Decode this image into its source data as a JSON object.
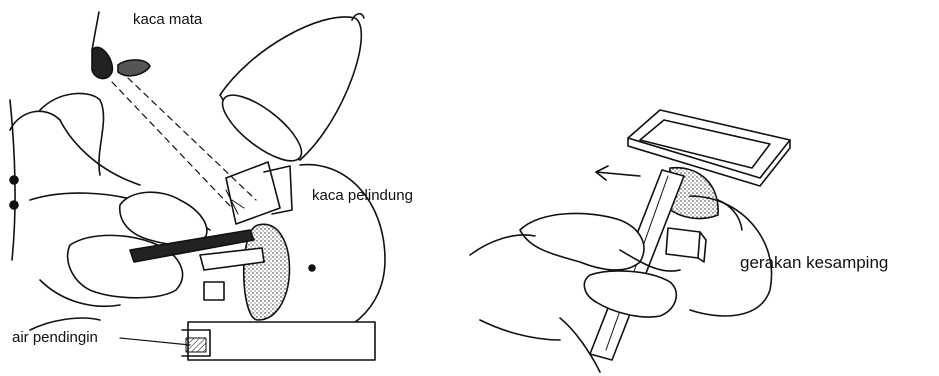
{
  "figures": [
    {
      "id": "grinding-setup",
      "labels": {
        "eyeglasses": "kaca mata",
        "safety_glass": "kaca pelindung",
        "coolant": "air pendingin"
      }
    },
    {
      "id": "side-motion",
      "labels": {
        "motion": "gerakan kesamping"
      }
    }
  ],
  "colors": {
    "ink": "#111111",
    "paper": "#ffffff"
  }
}
